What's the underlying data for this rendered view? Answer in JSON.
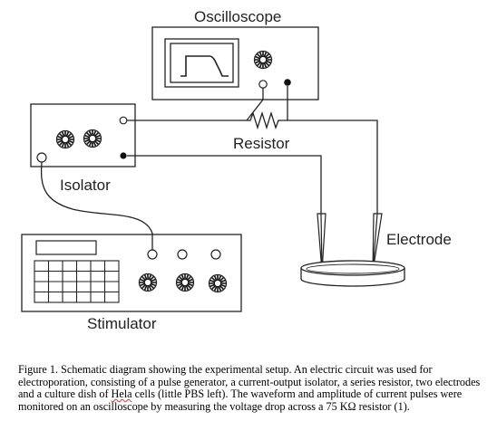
{
  "diagram": {
    "labels": {
      "oscilloscope": "Oscilloscope",
      "resistor": "Resistor",
      "isolator": "Isolator",
      "electrode": "Electrode",
      "stimulator": "Stimulator"
    },
    "colors": {
      "line": "#222222",
      "knob": "#111111",
      "background": "#ffffff",
      "spellcheck_underline": "#e03030"
    }
  },
  "caption": {
    "part1": "Figure 1. Schematic diagram showing the experimental setup. An electric circuit was used for electroporation, consisting of a pulse generator, a current-output isolator, a series resistor, two electrodes and a culture dish of ",
    "hela": "Hela",
    "part2": " cells (little PBS left). The waveform and amplitude of current pulses were monitored on an oscilloscope by measuring the voltage drop across a 75 KΩ resistor (1)."
  }
}
